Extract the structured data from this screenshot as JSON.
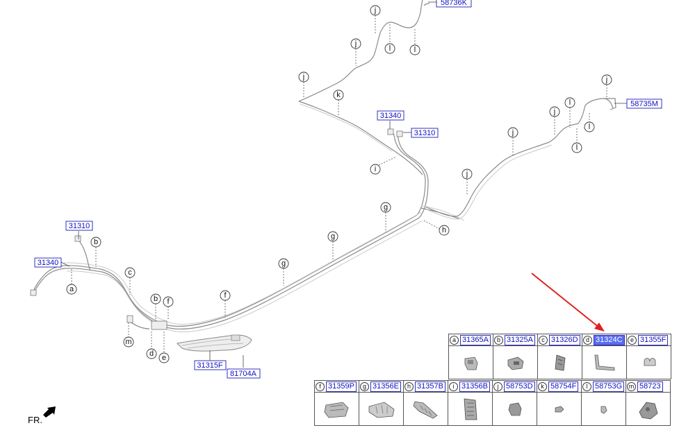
{
  "front_label": "FR.",
  "callouts": {
    "a": "a",
    "b": "b",
    "c": "c",
    "d": "d",
    "e": "e",
    "f": "f",
    "g": "g",
    "h": "h",
    "i": "i",
    "j": "j",
    "k": "k",
    "l": "l",
    "m": "m"
  },
  "parts": {
    "p31310": "31310",
    "p31340": "31340",
    "p31315F": "31315F",
    "p81704A": "81704A",
    "p58736K": "58736K",
    "p58735M": "58735M"
  },
  "legend": {
    "row1": [
      {
        "letter": "a",
        "part": "31365A"
      },
      {
        "letter": "b",
        "part": "31325A"
      },
      {
        "letter": "c",
        "part": "31326D"
      },
      {
        "letter": "d",
        "part": "31324C"
      },
      {
        "letter": "e",
        "part": "31355F"
      }
    ],
    "row2": [
      {
        "letter": "f",
        "part": "31359P"
      },
      {
        "letter": "g",
        "part": "31356E"
      },
      {
        "letter": "h",
        "part": "31357B"
      },
      {
        "letter": "i",
        "part": "31356B"
      },
      {
        "letter": "j",
        "part": "58753D"
      },
      {
        "letter": "k",
        "part": "58754F"
      },
      {
        "letter": "l",
        "part": "58753G"
      },
      {
        "letter": "m",
        "part": "58723"
      }
    ]
  },
  "selected_part": "31324C",
  "colors": {
    "highlight": "#5a6cf0",
    "pointer": "#e02020",
    "part_text": "#1010c0"
  }
}
